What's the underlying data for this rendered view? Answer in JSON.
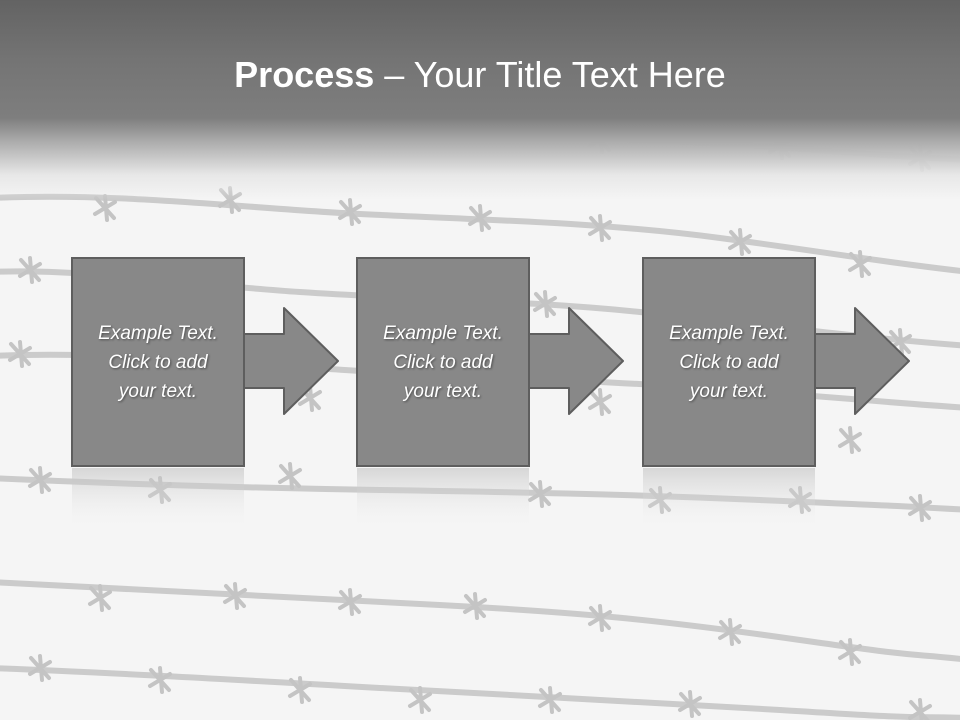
{
  "slide": {
    "title_bold": "Process",
    "title_rest": " – Your Title Text Here"
  },
  "steps": [
    {
      "text": "Example Text.\nClick  to add\nyour text."
    },
    {
      "text": "Example Text.\nClick  to add\nyour text."
    },
    {
      "text": "Example Text.\nClick  to add\nyour text."
    }
  ],
  "colors": {
    "title_band": "#6e6e6e",
    "box_fill": "#888888",
    "box_border": "#5e5e5e",
    "wire": "#c6c6c6"
  }
}
